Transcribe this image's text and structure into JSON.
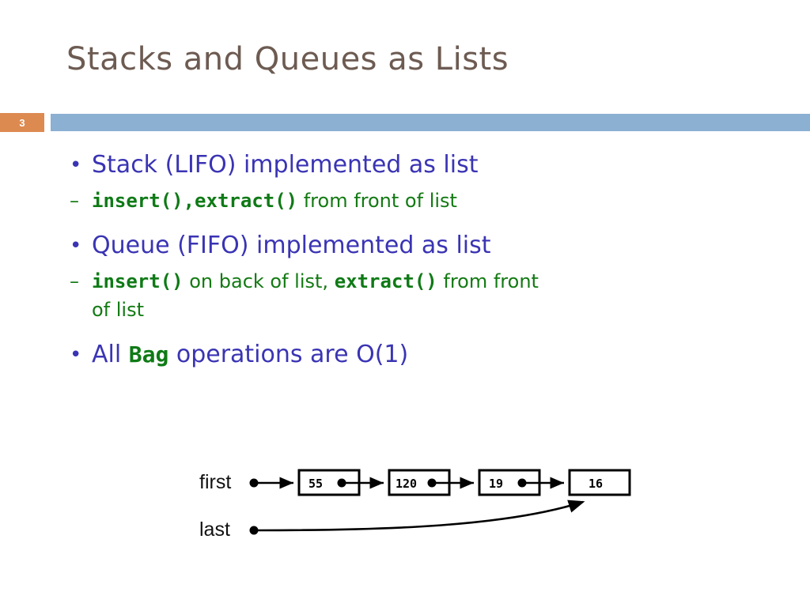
{
  "slide": {
    "number": "3",
    "title": "Stacks and Queues as Lists",
    "colors": {
      "title": "#6d5b52",
      "accent_orange": "#dd8a51",
      "accent_blue_bar": "#8bb0d2",
      "bullet_blue": "#3a34b4",
      "code_green": "#0f7a16",
      "diagram_black": "#000000"
    }
  },
  "content": {
    "bullets": [
      {
        "level": 1,
        "marker": "•",
        "text": "Stack (LIFO) implemented as list"
      },
      {
        "level": 2,
        "marker": "–",
        "code1": "insert(),",
        "code2": "extract()",
        "tail": " from front of list"
      },
      {
        "level": 1,
        "marker": "•",
        "text": "Queue (FIFO) implemented as list"
      },
      {
        "level": 2,
        "marker": "–",
        "code1": "insert()",
        "mid": " on back of list, ",
        "code2": "extract()",
        "tail": " from front",
        "wrap": "of list"
      },
      {
        "level": 1,
        "marker": "•",
        "prefix": "All ",
        "code": "Bag",
        "suffix": " operations are O(1)"
      }
    ]
  },
  "diagram": {
    "type": "singly-linked-list",
    "pointer_labels": {
      "first": "first",
      "last": "last"
    },
    "nodes": [
      {
        "value": "55",
        "has_next_pointer": true
      },
      {
        "value": "120",
        "has_next_pointer": true
      },
      {
        "value": "19",
        "has_next_pointer": true
      },
      {
        "value": "16",
        "has_next_pointer": false
      }
    ],
    "first_points_to": "55",
    "last_points_to": "16"
  }
}
